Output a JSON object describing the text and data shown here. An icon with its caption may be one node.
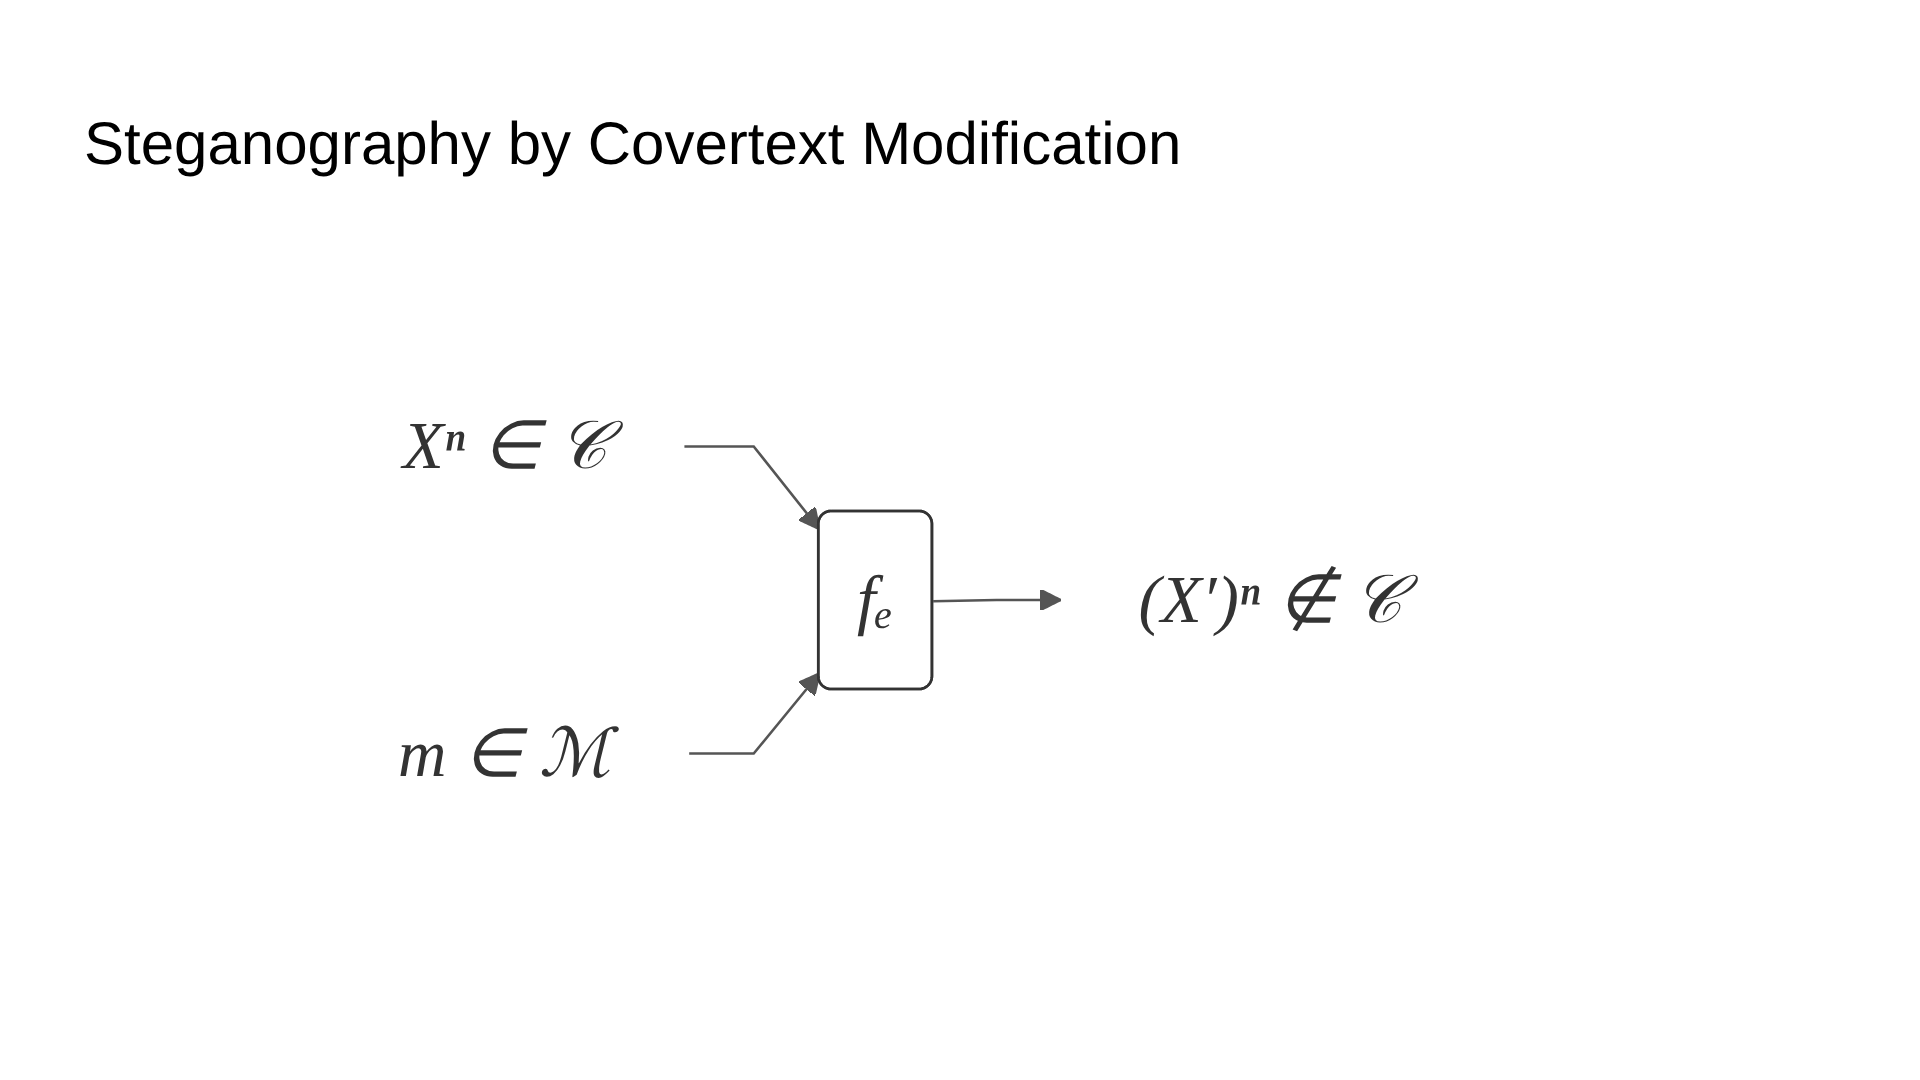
{
  "diagram": {
    "title": "Steganography by Covertext Modification",
    "nodes": [
      {
        "text": [
          "Xⁿ ∈ 𝒞"
        ]
      },
      {
        "text": [
          "m ∈ ℳ"
        ]
      },
      {
        "text": [
          "fₑ"
        ]
      },
      {
        "text": [
          "(X′)ⁿ ∉ 𝒞"
        ]
      }
    ],
    "edges": [
      {
        "from": 0,
        "to": 2,
        "arrow": "to"
      },
      {
        "from": 1,
        "to": 2,
        "arrow": "to"
      },
      {
        "from": 2,
        "to": 3,
        "arrow": "to"
      }
    ]
  }
}
